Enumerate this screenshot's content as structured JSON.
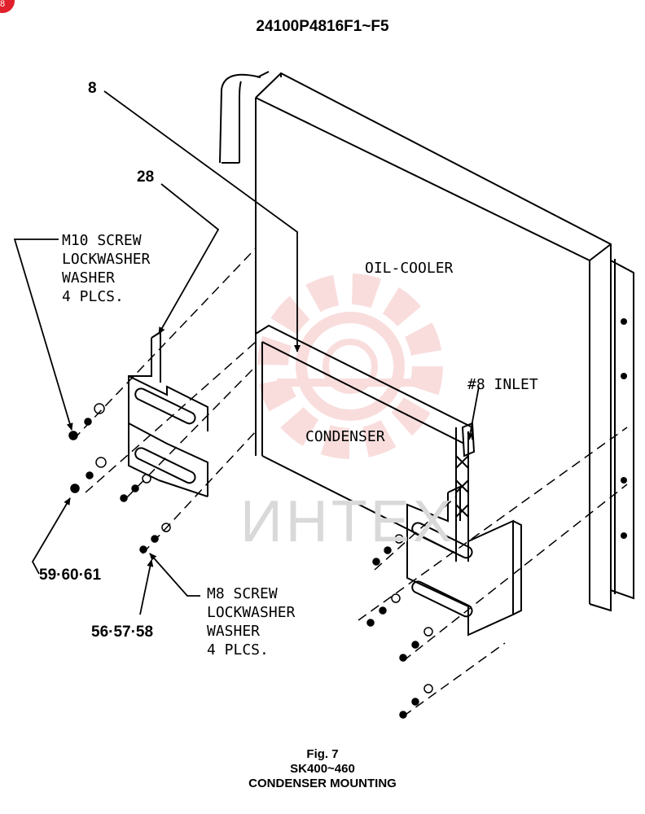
{
  "header": {
    "part_number": "24100P4816F1~F5"
  },
  "callouts": {
    "item_8": "8",
    "item_28": "28",
    "item_59_60_61": "59·60·61",
    "item_56_57_58": "56·57·58"
  },
  "notes": {
    "m10": [
      "M10 SCREW",
      "LOCKWASHER",
      "WASHER",
      "4 PLCS."
    ],
    "m8": [
      "M8 SCREW",
      "LOCKWASHER",
      "WASHER",
      "4 PLCS."
    ]
  },
  "labels": {
    "oil_cooler": "OIL-COOLER",
    "condenser": "CONDENSER",
    "inlet": "#8 INLET"
  },
  "watermark": {
    "text": "ИНТЕХ",
    "color": "#f0a0a0"
  },
  "caption": {
    "fig": "Fig. 7",
    "model": "SK400~460",
    "title": "CONDENSER MOUNTING"
  },
  "badge": {
    "text": "8",
    "color": "#e0202a"
  }
}
